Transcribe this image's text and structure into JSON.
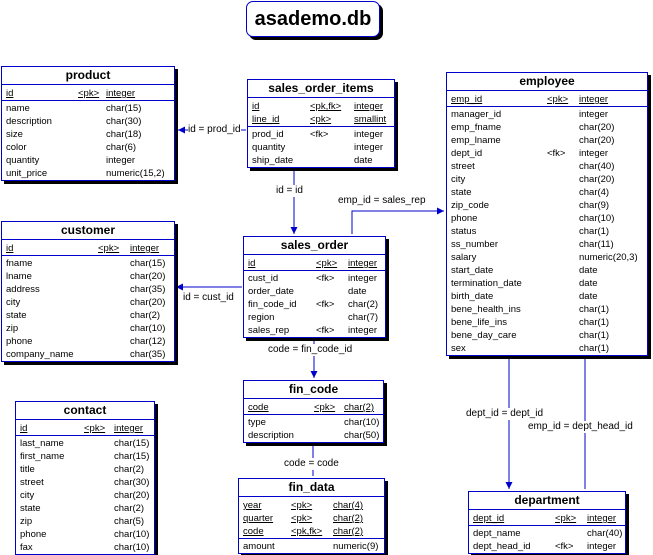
{
  "title": "asademo.db",
  "colors": {
    "border": "#0000cc",
    "shadow": "#000000",
    "line": "#0000cc"
  },
  "entities": [
    {
      "id": "product",
      "name": "product",
      "cols": [
        72,
        100
      ],
      "sep": 1,
      "columns": [
        {
          "n": "id",
          "k": "<pk>",
          "t": "integer"
        },
        {
          "n": "name",
          "k": "",
          "t": "char(15)"
        },
        {
          "n": "description",
          "k": "",
          "t": "char(30)"
        },
        {
          "n": "size",
          "k": "",
          "t": "char(18)"
        },
        {
          "n": "color",
          "k": "",
          "t": "char(6)"
        },
        {
          "n": "quantity",
          "k": "",
          "t": "integer"
        },
        {
          "n": "unit_price",
          "k": "",
          "t": "numeric(15,2)"
        }
      ]
    },
    {
      "id": "sales_order_items",
      "name": "sales_order_items",
      "cols": [
        58,
        102
      ],
      "sep": 2,
      "columns": [
        {
          "n": "id",
          "k": "<pk,fk>",
          "t": "integer"
        },
        {
          "n": "line_id",
          "k": "<pk>",
          "t": "smallint"
        },
        {
          "n": "prod_id",
          "k": "<fk>",
          "t": "integer"
        },
        {
          "n": "quantity",
          "k": "",
          "t": "integer"
        },
        {
          "n": "ship_date",
          "k": "",
          "t": "date"
        }
      ]
    },
    {
      "id": "employee",
      "name": "employee",
      "cols": [
        96,
        128
      ],
      "sep": 1,
      "columns": [
        {
          "n": "emp_id",
          "k": "<pk>",
          "t": "integer"
        },
        {
          "n": "manager_id",
          "k": "",
          "t": "integer"
        },
        {
          "n": "emp_fname",
          "k": "",
          "t": "char(20)"
        },
        {
          "n": "emp_lname",
          "k": "",
          "t": "char(20)"
        },
        {
          "n": "dept_id",
          "k": "<fk>",
          "t": "integer"
        },
        {
          "n": "street",
          "k": "",
          "t": "char(40)"
        },
        {
          "n": "city",
          "k": "",
          "t": "char(20)"
        },
        {
          "n": "state",
          "k": "",
          "t": "char(4)"
        },
        {
          "n": "zip_code",
          "k": "",
          "t": "char(9)"
        },
        {
          "n": "phone",
          "k": "",
          "t": "char(10)"
        },
        {
          "n": "status",
          "k": "",
          "t": "char(1)"
        },
        {
          "n": "ss_number",
          "k": "",
          "t": "char(11)"
        },
        {
          "n": "salary",
          "k": "",
          "t": "numeric(20,3)"
        },
        {
          "n": "start_date",
          "k": "",
          "t": "date"
        },
        {
          "n": "termination_date",
          "k": "",
          "t": "date"
        },
        {
          "n": "birth_date",
          "k": "",
          "t": "date"
        },
        {
          "n": "bene_health_ins",
          "k": "",
          "t": "char(1)"
        },
        {
          "n": "bene_life_ins",
          "k": "",
          "t": "char(1)"
        },
        {
          "n": "bene_day_care",
          "k": "",
          "t": "char(1)"
        },
        {
          "n": "sex",
          "k": "",
          "t": "char(1)"
        }
      ]
    },
    {
      "id": "customer",
      "name": "customer",
      "cols": [
        92,
        124
      ],
      "sep": 1,
      "columns": [
        {
          "n": "id",
          "k": "<pk>",
          "t": "integer"
        },
        {
          "n": "fname",
          "k": "",
          "t": "char(15)"
        },
        {
          "n": "lname",
          "k": "",
          "t": "char(20)"
        },
        {
          "n": "address",
          "k": "",
          "t": "char(35)"
        },
        {
          "n": "city",
          "k": "",
          "t": "char(20)"
        },
        {
          "n": "state",
          "k": "",
          "t": "char(2)"
        },
        {
          "n": "zip",
          "k": "",
          "t": "char(10)"
        },
        {
          "n": "phone",
          "k": "",
          "t": "char(12)"
        },
        {
          "n": "company_name",
          "k": "",
          "t": "char(35)"
        }
      ]
    },
    {
      "id": "sales_order",
      "name": "sales_order",
      "cols": [
        68,
        100
      ],
      "sep": 1,
      "columns": [
        {
          "n": "id",
          "k": "<pk>",
          "t": "integer"
        },
        {
          "n": "cust_id",
          "k": "<fk>",
          "t": "integer"
        },
        {
          "n": "order_date",
          "k": "",
          "t": "date"
        },
        {
          "n": "fin_code_id",
          "k": "<fk>",
          "t": "char(2)"
        },
        {
          "n": "region",
          "k": "",
          "t": "char(7)"
        },
        {
          "n": "sales_rep",
          "k": "<fk>",
          "t": "integer"
        }
      ]
    },
    {
      "id": "fin_code",
      "name": "fin_code",
      "cols": [
        66,
        96
      ],
      "sep": 1,
      "columns": [
        {
          "n": "code",
          "k": "<pk>",
          "t": "char(2)"
        },
        {
          "n": "type",
          "k": "",
          "t": "char(10)"
        },
        {
          "n": "description",
          "k": "",
          "t": "char(50)"
        }
      ]
    },
    {
      "id": "contact",
      "name": "contact",
      "cols": [
        64,
        94
      ],
      "sep": 1,
      "columns": [
        {
          "n": "id",
          "k": "<pk>",
          "t": "integer"
        },
        {
          "n": "last_name",
          "k": "",
          "t": "char(15)"
        },
        {
          "n": "first_name",
          "k": "",
          "t": "char(15)"
        },
        {
          "n": "title",
          "k": "",
          "t": "char(2)"
        },
        {
          "n": "street",
          "k": "",
          "t": "char(30)"
        },
        {
          "n": "city",
          "k": "",
          "t": "char(20)"
        },
        {
          "n": "state",
          "k": "",
          "t": "char(2)"
        },
        {
          "n": "zip",
          "k": "",
          "t": "char(5)"
        },
        {
          "n": "phone",
          "k": "",
          "t": "char(10)"
        },
        {
          "n": "fax",
          "k": "",
          "t": "char(10)"
        }
      ]
    },
    {
      "id": "fin_data",
      "name": "fin_data",
      "cols": [
        48,
        90
      ],
      "sep": 3,
      "columns": [
        {
          "n": "year",
          "k": "<pk>",
          "t": "char(4)"
        },
        {
          "n": "quarter",
          "k": "<pk>",
          "t": "char(2)"
        },
        {
          "n": "code",
          "k": "<pk,fk>",
          "t": "char(2)"
        },
        {
          "n": "amount",
          "k": "",
          "t": "numeric(9)"
        }
      ]
    },
    {
      "id": "department",
      "name": "department",
      "cols": [
        82,
        114
      ],
      "sep": 1,
      "columns": [
        {
          "n": "dept_id",
          "k": "<pk>",
          "t": "integer"
        },
        {
          "n": "dept_name",
          "k": "",
          "t": "char(40)"
        },
        {
          "n": "dept_head_id",
          "k": "<fk>",
          "t": "integer"
        }
      ]
    }
  ],
  "relationships": [
    {
      "id": "rel-prod",
      "label": "id = prod_id"
    },
    {
      "id": "rel-id",
      "label": "id = id"
    },
    {
      "id": "rel-sales-rep",
      "label": "emp_id = sales_rep"
    },
    {
      "id": "rel-cust",
      "label": "id = cust_id"
    },
    {
      "id": "rel-fin-code-id",
      "label": "code = fin_code_id"
    },
    {
      "id": "rel-code",
      "label": "code = code"
    },
    {
      "id": "rel-dept",
      "label": "dept_id = dept_id"
    },
    {
      "id": "rel-dept-head",
      "label": "emp_id = dept_head_id"
    }
  ]
}
